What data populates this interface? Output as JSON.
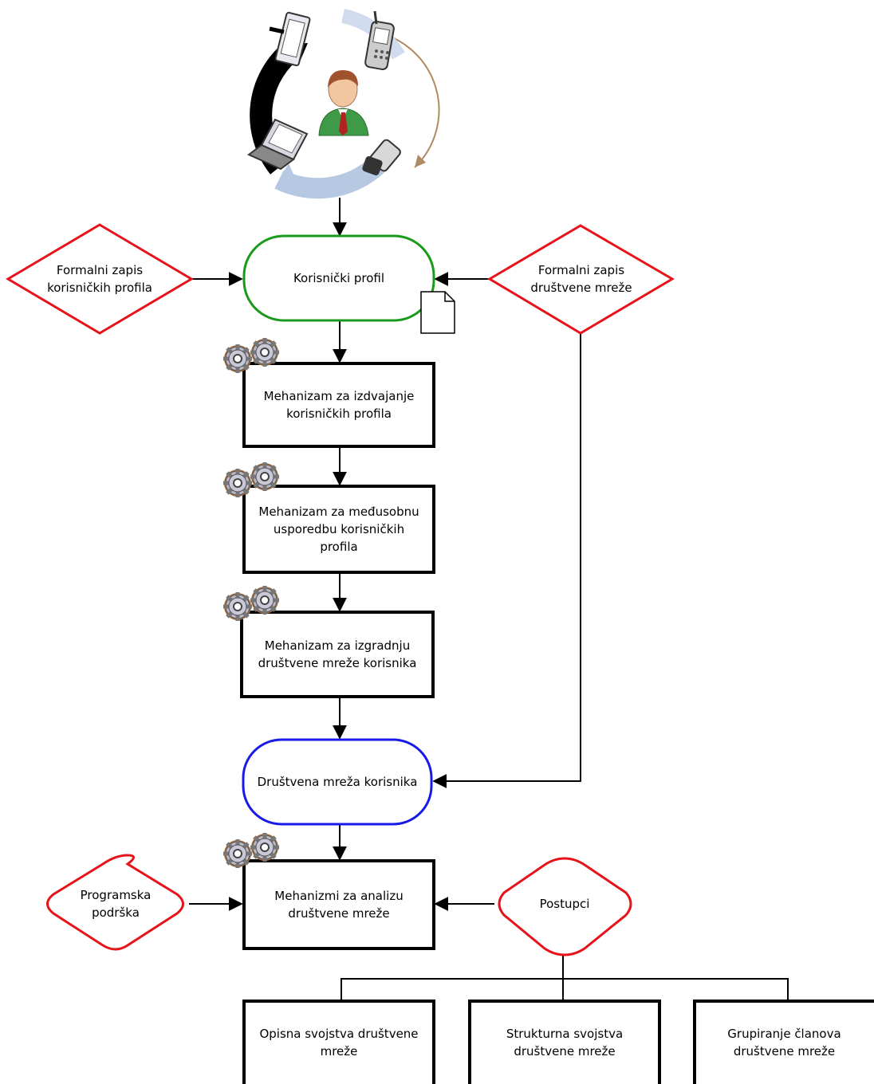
{
  "nodes": {
    "profile": "Korisnički profil",
    "profile_format": "Formalni zapis\nkorisničkih profila",
    "network_format": "Formalni zapis\ndruštvene mreže",
    "extract": "Mehanizam za izdvajanje\nkorisničkih profila",
    "compare": "Mehanizam za međusobnu\nusporedbu korisničkih\nprofila",
    "build": "Mehanizam za izgradnju\ndruštvene mreže korisnika",
    "network": "Društvena mreža korisnika",
    "analysis": "Mehanizmi za analizu\ndruštvene mreže",
    "software": "Programska\npodrška",
    "procedures": "Postupci",
    "descriptive": "Opisna svojstva društvene\nmreže",
    "structural": "Strukturna svojstva\ndruštvene mreže",
    "clustering": "Grupiranje članova\ndruštvene mreže"
  },
  "icons": [
    "user-icon",
    "tablet-icon",
    "phone-icon",
    "laptop-icon",
    "flip-phone-icon",
    "gears-icon",
    "document-icon"
  ],
  "colors": {
    "decision": "#e8131a",
    "profile": "#1a9a1a",
    "network": "#1a1ae8",
    "line": "#000000",
    "cycle": "#c5d3e8"
  }
}
